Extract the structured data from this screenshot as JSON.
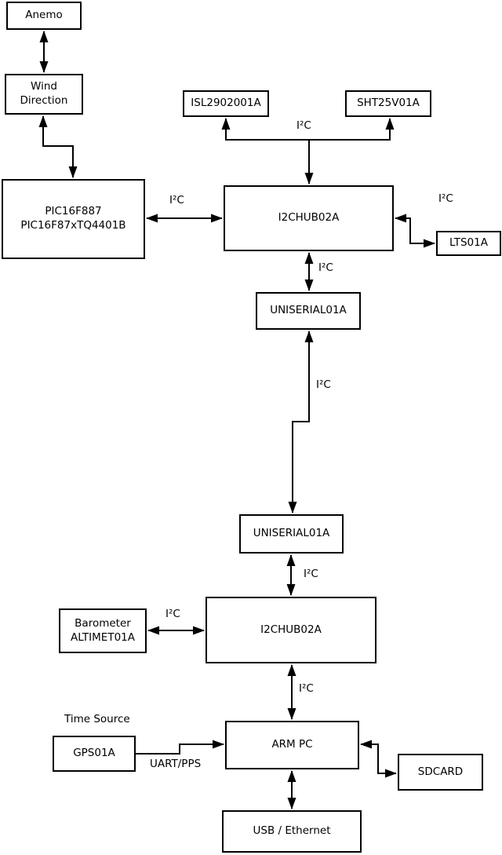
{
  "diagram": {
    "background_color": "#ffffff",
    "line_color": "#000000",
    "nodes": {
      "anemo": {
        "label": "Anemo"
      },
      "wind_direction": {
        "label": "Wind\nDirection"
      },
      "pic": {
        "label": "PIC16F887\nPIC16F87xTQ4401B"
      },
      "isl": {
        "label": "ISL2902001A"
      },
      "sht": {
        "label": "SHT25V01A"
      },
      "i2c_hub_1": {
        "label": "I2CHUB02A"
      },
      "lts": {
        "label": "LTS01A"
      },
      "uniserial_1": {
        "label": "UNISERIAL01A"
      },
      "uniserial_2": {
        "label": "UNISERIAL01A"
      },
      "barometer": {
        "label": "Barometer\nALTIMET01A"
      },
      "i2c_hub_2": {
        "label": "I2CHUB02A"
      },
      "gps": {
        "label": "GPS01A"
      },
      "arm_pc": {
        "label": "ARM PC"
      },
      "sdcard": {
        "label": "SDCARD"
      },
      "usb_ethernet": {
        "label": "USB / Ethernet"
      }
    },
    "edge_labels": {
      "i2c": "I²C",
      "uart_pps": "UART/PPS",
      "time_source": "Time Source"
    }
  }
}
